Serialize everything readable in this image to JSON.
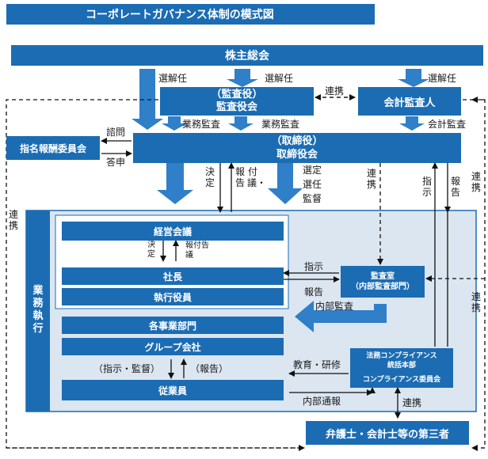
{
  "title": "コーポレートガバナンス体制の模式図",
  "boxes": {
    "shareholders_meeting": "株主総会",
    "audit_board_role": "（監査役）",
    "audit_board": "監査役会",
    "accounting_auditor": "会計監査人",
    "board_role": "（取締役）",
    "board": "取締役会",
    "nomination_committee": "指名報酬委員会",
    "management_meeting": "経営会議",
    "president": "社長",
    "executive_officers": "執行役員",
    "business_divisions": "各事業部門",
    "group_companies": "グループ会社",
    "employees": "従業員",
    "internal_audit_office": "監査室",
    "internal_audit_dept": "（内部監査部門）",
    "legal_compliance_hq_1": "法務コンプライアンス",
    "legal_compliance_hq_2": "統括本部",
    "compliance_committee": "コンプライアンス委員会",
    "third_parties": "弁護士・会計士等の第三者"
  },
  "labels": {
    "election_1": "選解任",
    "election_2": "選解任",
    "election_3": "選解任",
    "cooperation_top": "連携",
    "consultation": "諮問",
    "report_answer": "答申",
    "business_audit_1": "業務監査",
    "business_audit_2": "業務監査",
    "accounting_audit": "会計監査",
    "decision_v": "決定",
    "report_v": "報告",
    "proposal_v": "付議・",
    "select_1": "選定",
    "select_2": "選任",
    "select_3": "監督",
    "coop_v1": "連携",
    "instruct_v": "指示",
    "report_v2": "報告",
    "coop_v_right": "連携",
    "coop_left": "連携",
    "business_execution": "業務執行",
    "decision_inner": "決定",
    "report_proposal_inner": "報付告議",
    "instruct_h": "指示",
    "report_h": "報告",
    "internal_audit": "内部監査",
    "coop_right_mid": "連携",
    "instruct_supervise": "（指示・監督）",
    "report_paren": "（報告）",
    "education_training": "教育・研修",
    "internal_reporting": "内部通報",
    "coop_bottom": "連携"
  },
  "colors": {
    "box": "#1b6cb3",
    "panel": "#dbe6f1",
    "arrow": "#2f7fc9"
  }
}
